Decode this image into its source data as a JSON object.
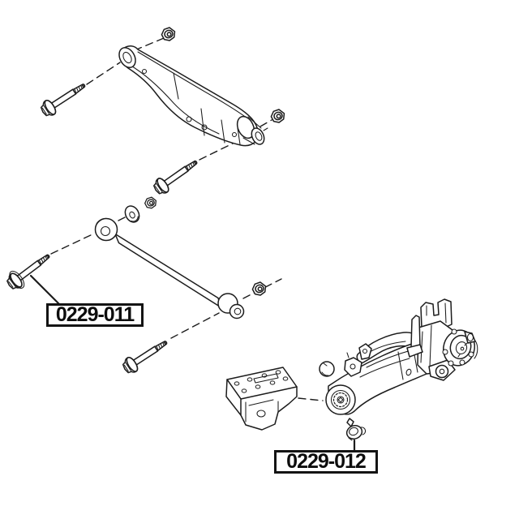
{
  "diagram": {
    "type": "exploded-parts-diagram",
    "background_color": "#ffffff",
    "line_color": "#1c1c1c",
    "labels": [
      {
        "part_number": "0229-011"
      },
      {
        "part_number": "0229-012"
      }
    ]
  }
}
